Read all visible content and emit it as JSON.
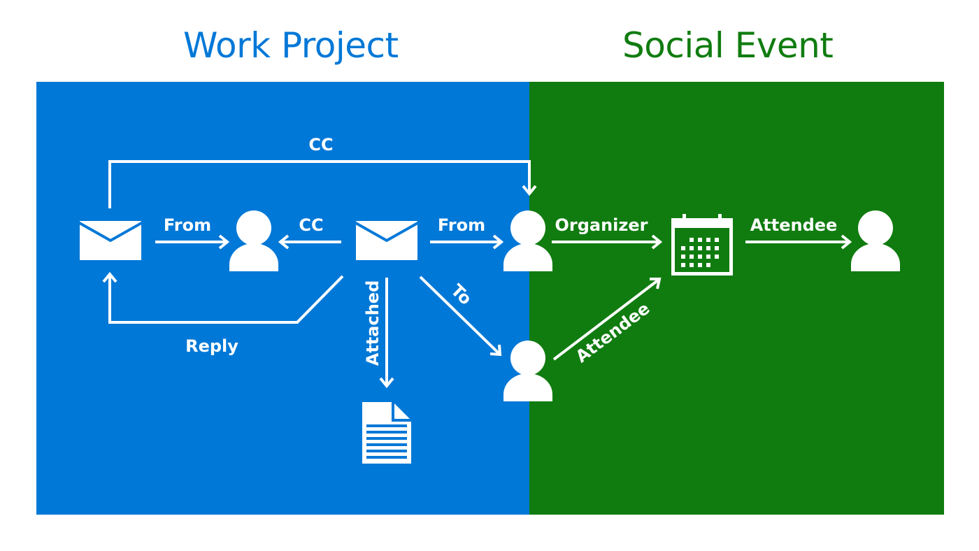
{
  "titles": {
    "left": "Work Project",
    "right": "Social Event"
  },
  "colors": {
    "work_blue": "#0078d7",
    "social_green": "#107c10",
    "line_white": "#ffffff"
  },
  "icons": {
    "email_left": "envelope-icon",
    "email_center": "envelope-icon",
    "person_center": "person-icon",
    "person_organizer": "person-icon",
    "person_to": "person-icon",
    "person_attendee": "person-icon",
    "calendar": "calendar-icon",
    "document": "document-icon"
  },
  "edges": {
    "cc_top": "CC",
    "from_left": "From",
    "cc_mid": "CC",
    "from_mid": "From",
    "reply": "Reply",
    "attached": "Attached",
    "to": "To",
    "organizer": "Organizer",
    "attendee_right": "Attendee",
    "attendee_diag": "Attendee"
  }
}
